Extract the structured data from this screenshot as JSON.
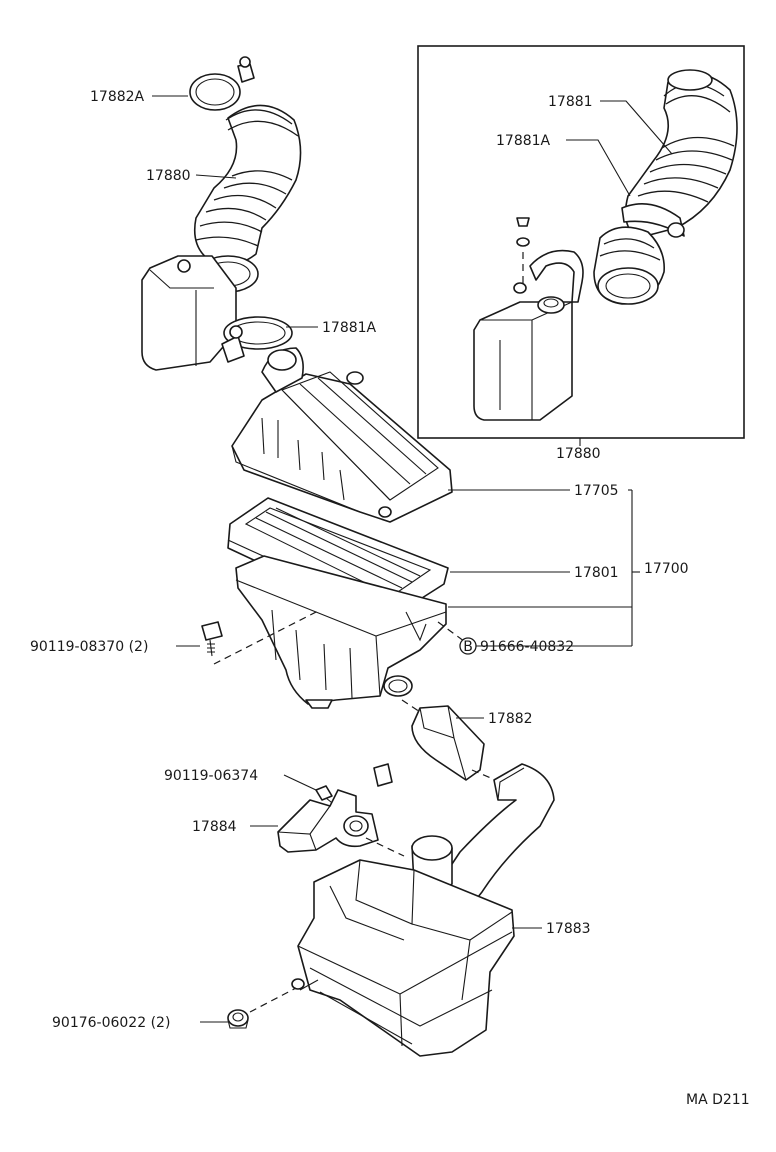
{
  "labels": {
    "p17882A": "17882A",
    "p17880": "17880",
    "p17881A_main": "17881A",
    "p17881_inset": "17881",
    "p17881A_inset": "17881A",
    "p17880_inset": "17880",
    "p17705": "17705",
    "p17801": "17801",
    "p17700": "17700",
    "p90119_08370": "90119-08370 (2)",
    "p91666_40832": "91666-40832",
    "p17882": "17882",
    "p90119_06374": "90119-06374",
    "p17884": "17884",
    "p17883": "17883",
    "p90176_06022": "90176-06022 (2)",
    "circle_b": "B",
    "code": "MA D211"
  }
}
